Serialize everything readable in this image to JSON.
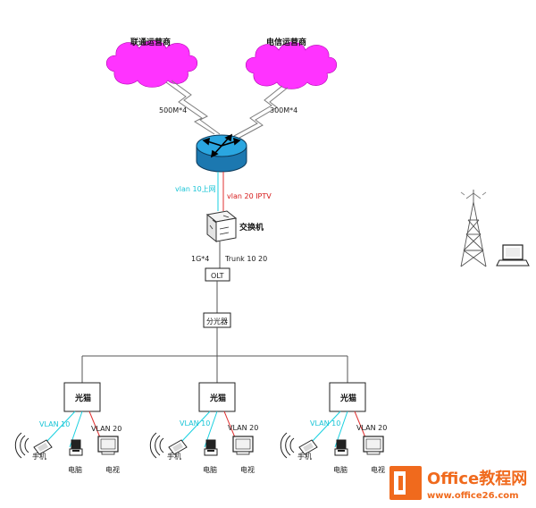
{
  "carriers": {
    "left": "联通运营商",
    "right": "电信运营商"
  },
  "links": {
    "left_bw": "500M*4",
    "right_bw": "300M*4",
    "vlan10": "vlan 10上网",
    "vlan20": "vlan 20 IPTV",
    "uplink_bw": "1G*4",
    "trunk": "Trunk 10 20"
  },
  "nodes": {
    "switch": "交换机",
    "olt": "OLT",
    "splitter": "分光器",
    "onu": "光猫"
  },
  "terminals": {
    "vlan10": "VLAN 10",
    "vlan20": "VLAN 20",
    "phone": "手机",
    "pc": "电脑",
    "tv": "电视"
  },
  "watermark": {
    "brand": "Office教程网",
    "url": "www.office26.com"
  },
  "colors": {
    "cloud": "#ff33ff",
    "router": "#2aa6e0",
    "vlan10_line": "#18d0e0",
    "vlan20_line": "#e03030",
    "logo_orange": "#f06a1d"
  }
}
